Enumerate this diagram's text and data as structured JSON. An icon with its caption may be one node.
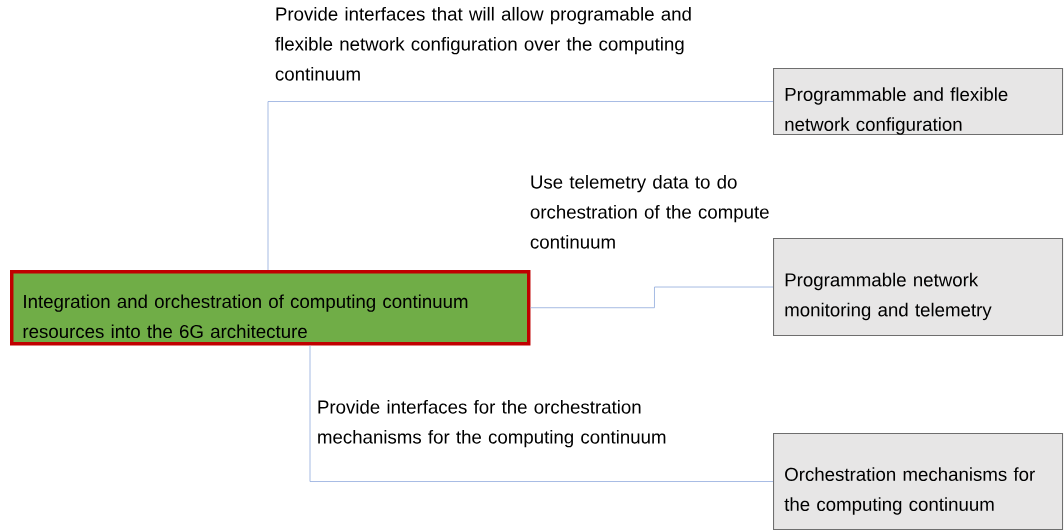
{
  "diagram": {
    "nodes": [
      {
        "text": [
          "Integration and orchestration of computing continuum resources into the 6G architecture"
        ]
      },
      {
        "text": [
          "Programmable and flexible network configuration"
        ]
      },
      {
        "text": [
          "Programmable network monitoring and telemetry"
        ]
      },
      {
        "text": [
          "Orchestration mechanisms for the computing continuum"
        ]
      }
    ],
    "edges": [
      {
        "from": 0,
        "to": 1,
        "arrow": "none",
        "label": "Provide interfaces that will allow programable and flexible network configuration over the computing continuum"
      },
      {
        "from": 0,
        "to": 2,
        "arrow": "none",
        "label": "Use telemetry data to do orchestration of the compute continuum"
      },
      {
        "from": 0,
        "to": 3,
        "arrow": "none",
        "label": "Provide interfaces for the orchestration mechanisms for the computing continuum"
      }
    ]
  }
}
